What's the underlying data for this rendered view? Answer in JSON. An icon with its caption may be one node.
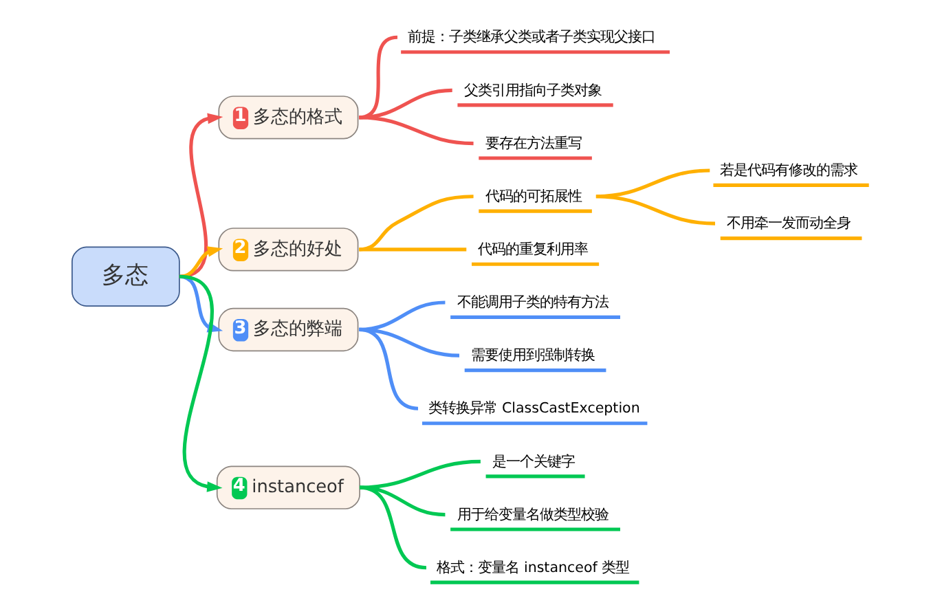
{
  "diagram": {
    "nodes": [
      {
        "text": [
          "多态"
        ]
      },
      {
        "text": [
          "1",
          "多态的格式"
        ]
      },
      {
        "text": [
          "前提：子类继承父类或者子类实现父接口"
        ]
      },
      {
        "text": [
          "父类引用指向子类对象"
        ]
      },
      {
        "text": [
          "要存在方法重写"
        ]
      },
      {
        "text": [
          "2",
          "多态的好处"
        ]
      },
      {
        "text": [
          "代码的可拓展性"
        ]
      },
      {
        "text": [
          "若是代码有修改的需求"
        ]
      },
      {
        "text": [
          "不用牵一发而动全身"
        ]
      },
      {
        "text": [
          "代码的重复利用率"
        ]
      },
      {
        "text": [
          "3",
          "多态的弊端"
        ]
      },
      {
        "text": [
          "不能调用子类的特有方法"
        ]
      },
      {
        "text": [
          "需要使用到强制转换"
        ]
      },
      {
        "text": [
          "类转换异常 ClassCastException"
        ]
      },
      {
        "text": [
          "4",
          "instanceof"
        ]
      },
      {
        "text": [
          "是一个关键字"
        ]
      },
      {
        "text": [
          "用于给变量名做类型校验"
        ]
      },
      {
        "text": [
          "格式：变量名 instanceof 类型"
        ]
      }
    ],
    "edges": [
      {
        "from": 0,
        "to": 1,
        "arrow": "to",
        "color": "#ef5350"
      },
      {
        "from": 1,
        "to": 2,
        "arrow": "none",
        "color": "#ef5350"
      },
      {
        "from": 1,
        "to": 3,
        "arrow": "none",
        "color": "#ef5350"
      },
      {
        "from": 1,
        "to": 4,
        "arrow": "none",
        "color": "#ef5350"
      },
      {
        "from": 0,
        "to": 5,
        "arrow": "to",
        "color": "#ffb000"
      },
      {
        "from": 5,
        "to": 6,
        "arrow": "none",
        "color": "#ffb000"
      },
      {
        "from": 6,
        "to": 7,
        "arrow": "none",
        "color": "#ffb000"
      },
      {
        "from": 6,
        "to": 8,
        "arrow": "none",
        "color": "#ffb000"
      },
      {
        "from": 5,
        "to": 9,
        "arrow": "none",
        "color": "#ffb000"
      },
      {
        "from": 0,
        "to": 10,
        "arrow": "to",
        "color": "#4f8ef7"
      },
      {
        "from": 10,
        "to": 11,
        "arrow": "none",
        "color": "#4f8ef7"
      },
      {
        "from": 10,
        "to": 12,
        "arrow": "none",
        "color": "#4f8ef7"
      },
      {
        "from": 10,
        "to": 13,
        "arrow": "none",
        "color": "#4f8ef7"
      },
      {
        "from": 0,
        "to": 14,
        "arrow": "to",
        "color": "#00c853"
      },
      {
        "from": 14,
        "to": 15,
        "arrow": "none",
        "color": "#00c853"
      },
      {
        "from": 14,
        "to": 16,
        "arrow": "none",
        "color": "#00c853"
      },
      {
        "from": 14,
        "to": 17,
        "arrow": "none",
        "color": "#00c853"
      }
    ]
  }
}
